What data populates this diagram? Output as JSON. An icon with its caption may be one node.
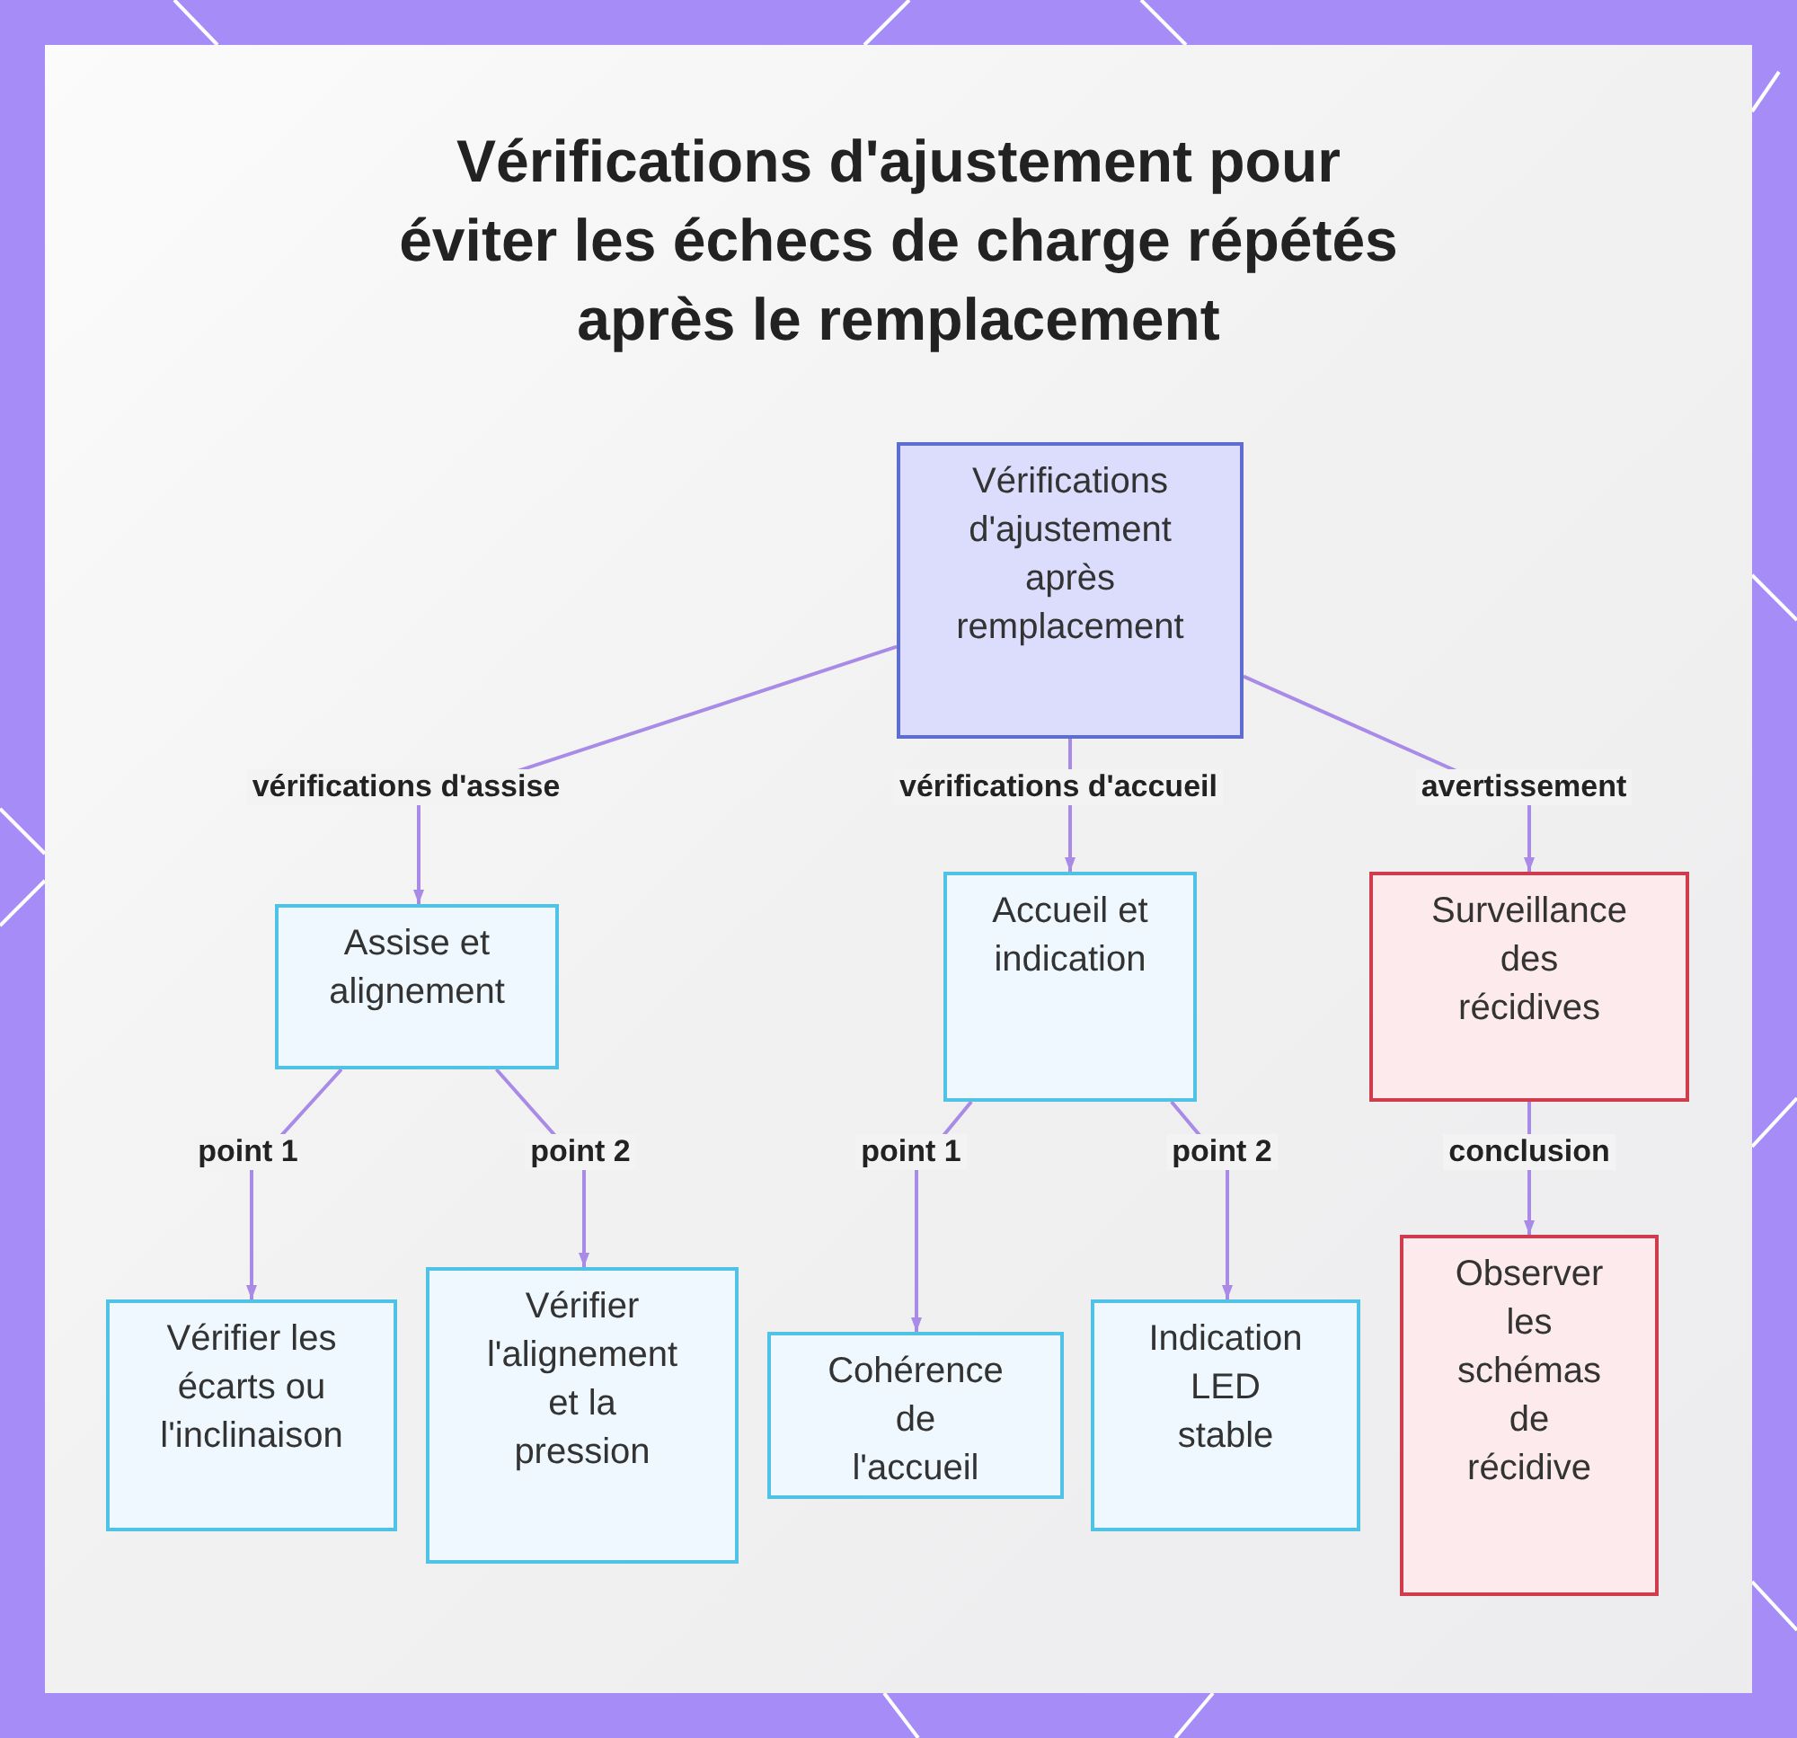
{
  "diagram": {
    "title": "Vérifications d'ajustement pour éviter les échecs de charge répétés après le remplacement",
    "nodes": [
      {
        "text": [
          "Vérifications d'ajustement après remplacement"
        ]
      },
      {
        "text": [
          "Assise et alignement"
        ]
      },
      {
        "text": [
          "Accueil et indication"
        ]
      },
      {
        "text": [
          "Surveillance des récidives"
        ]
      },
      {
        "text": [
          "Vérifier les écarts ou l'inclinaison"
        ]
      },
      {
        "text": [
          "Vérifier l'alignement et la pression"
        ]
      },
      {
        "text": [
          "Cohérence de l'accueil"
        ]
      },
      {
        "text": [
          "Indication LED stable"
        ]
      },
      {
        "text": [
          "Observer les schémas de récidive"
        ]
      }
    ],
    "edges": [
      {
        "from": 0,
        "to": 1,
        "arrow": "to",
        "label": "vérifications d'assise"
      },
      {
        "from": 0,
        "to": 2,
        "arrow": "to",
        "label": "vérifications d'accueil"
      },
      {
        "from": 0,
        "to": 3,
        "arrow": "to",
        "label": "avertissement"
      },
      {
        "from": 1,
        "to": 4,
        "arrow": "to",
        "label": "point 1"
      },
      {
        "from": 1,
        "to": 5,
        "arrow": "to",
        "label": "point 2"
      },
      {
        "from": 2,
        "to": 6,
        "arrow": "to",
        "label": "point 1"
      },
      {
        "from": 2,
        "to": 7,
        "arrow": "to",
        "label": "point 2"
      },
      {
        "from": 3,
        "to": 8,
        "arrow": "to",
        "label": "conclusion"
      }
    ]
  }
}
